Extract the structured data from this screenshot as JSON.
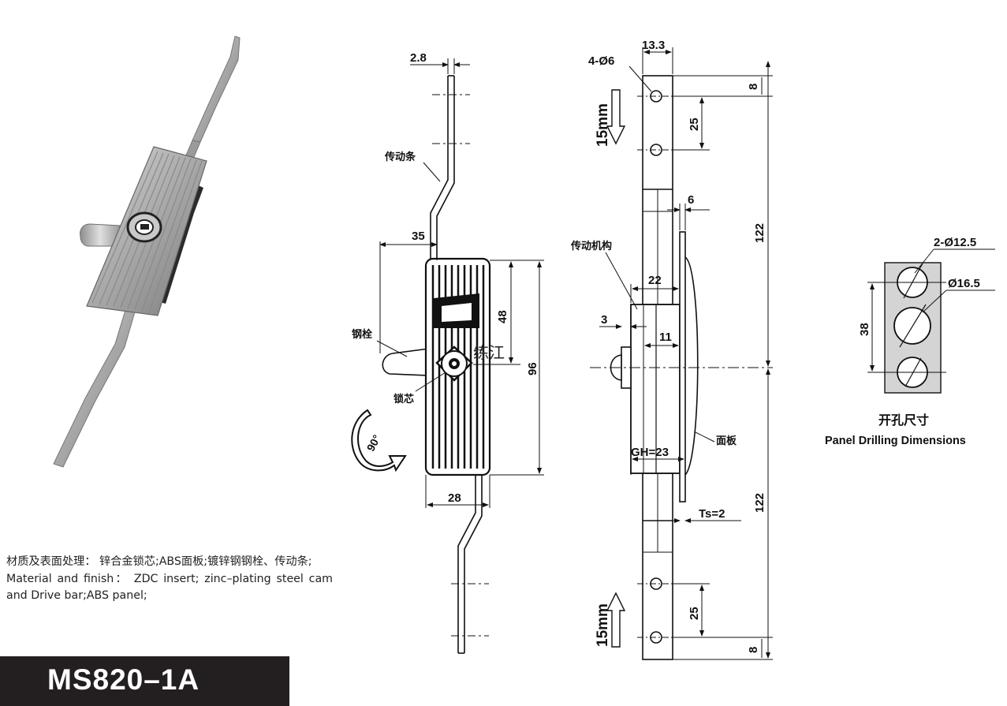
{
  "labels": {
    "drive_bar": "传动条",
    "mechanism": "传动机构",
    "bolt": "钢栓",
    "core": "锁芯",
    "panel": "面板",
    "watermark": "练江",
    "panel_drilling_cn": "开孔尺寸",
    "panel_drilling_en": "Panel Drilling Dimensions"
  },
  "dims_front": {
    "d2_8": "2.8",
    "d35": "35",
    "d48": "48",
    "d96": "96",
    "d28": "28",
    "rotation": "90°"
  },
  "dims_side": {
    "d13_3": "13.3",
    "holes": "4-Ø6",
    "stroke_top": "15mm",
    "stroke_bottom": "15mm",
    "d8_top": "8",
    "d25_top": "25",
    "d122_top": "122",
    "d6": "6",
    "d22": "22",
    "d3": "3",
    "d11": "11",
    "gh": "GH=23",
    "ts": "Ts=2",
    "d122_bottom": "122",
    "d25_bottom": "25",
    "d8_bottom": "8"
  },
  "dims_drilling": {
    "holes_small": "2-Ø12.5",
    "hole_large": "Ø16.5",
    "d38": "38"
  },
  "material": {
    "cn": "材质及表面处理： 锌合金锁芯;ABS面板;镀锌钢钢栓、传动条;",
    "en": "Material and finish： ZDC insert;  zinc–plating steel cam and Drive bar;ABS panel;"
  },
  "model": "MS820–1A",
  "colors": {
    "bar_bg": "#231f20",
    "drilling_fill": "#d4d4d4"
  }
}
